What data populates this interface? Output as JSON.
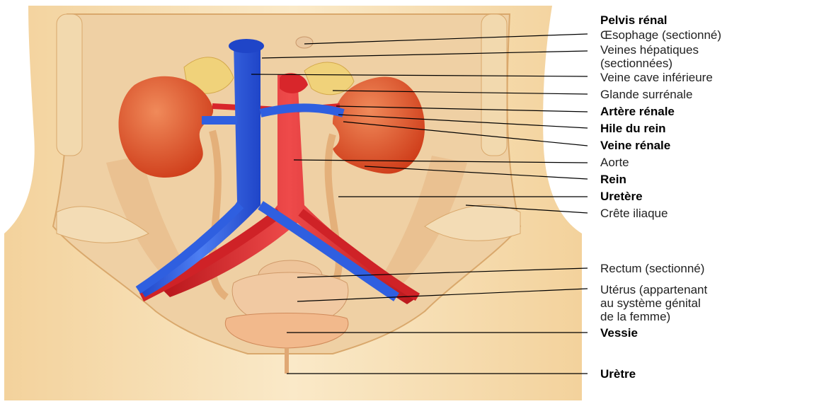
{
  "labels": {
    "pelvis": "Pelvis rénal",
    "oesophage": "Œsophage (sectionné)",
    "veines_hep": "Veines hépatiques\n(sectionnées)",
    "veine_cave": "Veine cave inférieure",
    "glande": "Glande surrénale",
    "artere_renale": "Artère rénale",
    "hile": "Hile du rein",
    "veine_renale": "Veine rénale",
    "aorte": "Aorte",
    "rein": "Rein",
    "uretere": "Uretère",
    "crete": "Crête iliaque",
    "rectum": "Rectum (sectionné)",
    "uterus": "Utérus (appartenant\nau système génital\nde la femme)",
    "vessie": "Vessie",
    "uretre": "Urètre"
  },
  "colors": {
    "vein": "#2f5fe0",
    "artery": "#d8262b",
    "kidney": "#e2552a",
    "skin": "#f6deb0",
    "muscle": "#ecc79a",
    "ureter": "#e9b98a",
    "adrenal": "#f0d27a"
  }
}
